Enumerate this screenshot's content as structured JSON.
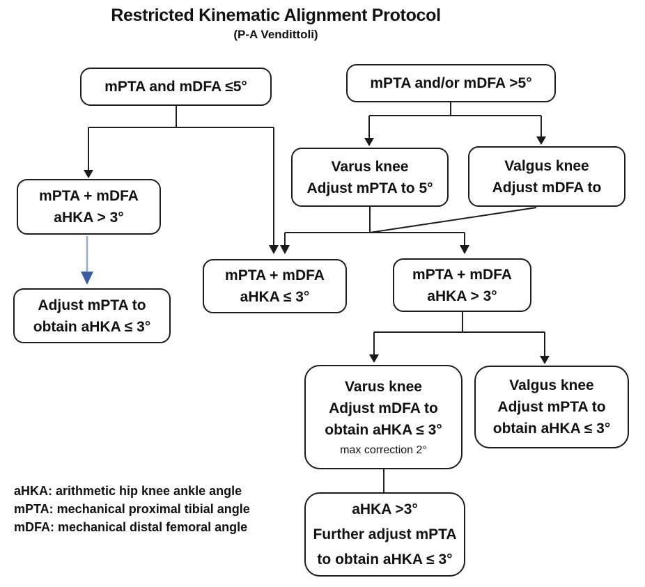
{
  "title": "Restricted Kinematic Alignment Protocol",
  "subtitle": "(P-A Vendittoli)",
  "boxes": {
    "tl": {
      "line1": "mPTA and mDFA ≤5°"
    },
    "tr": {
      "line1": "mPTA and/or mDFA >5°"
    },
    "varus_upper": {
      "line1": "Varus knee",
      "line2": "Adjust mPTA to 5°"
    },
    "valgus_upper": {
      "line1": "Valgus knee",
      "line2": "Adjust mDFA to"
    },
    "ahka_gt3_left": {
      "line1": "mPTA + mDFA",
      "line2": "aHKA > 3°"
    },
    "adjust_mpta_left": {
      "line1": "Adjust mPTA to",
      "line2": "obtain aHKA ≤ 3°"
    },
    "ahka_le3_mid": {
      "line1": "mPTA + mDFA",
      "line2": "aHKA ≤ 3°"
    },
    "ahka_gt3_mid": {
      "line1": "mPTA + mDFA",
      "line2": "aHKA > 3°"
    },
    "varus_lower": {
      "line1": "Varus knee",
      "line2": "Adjust mDFA to",
      "line3": "obtain aHKA ≤ 3°",
      "note": "max correction 2°"
    },
    "valgus_lower": {
      "line1": "Valgus knee",
      "line2": "Adjust mPTA to",
      "line3": "obtain aHKA ≤ 3°"
    },
    "further_adjust": {
      "line1": "aHKA >3°",
      "line2": "Further adjust mPTA",
      "line3": "to obtain aHKA ≤ 3°"
    }
  },
  "legend": {
    "line1": "aHKA: arithmetic hip knee ankle angle",
    "line2": "mPTA: mechanical proximal tibial angle",
    "line3": "mDFA: mechanical distal femoral angle"
  },
  "colors": {
    "background": "#ffffff",
    "box_border": "#1c1c1c",
    "text": "#111111",
    "connector": "#1e1e1e",
    "arrowhead": "#1a1a1a",
    "blue_arrow_shaft": "#93acd7",
    "blue_arrow_head": "#3a5da8"
  }
}
